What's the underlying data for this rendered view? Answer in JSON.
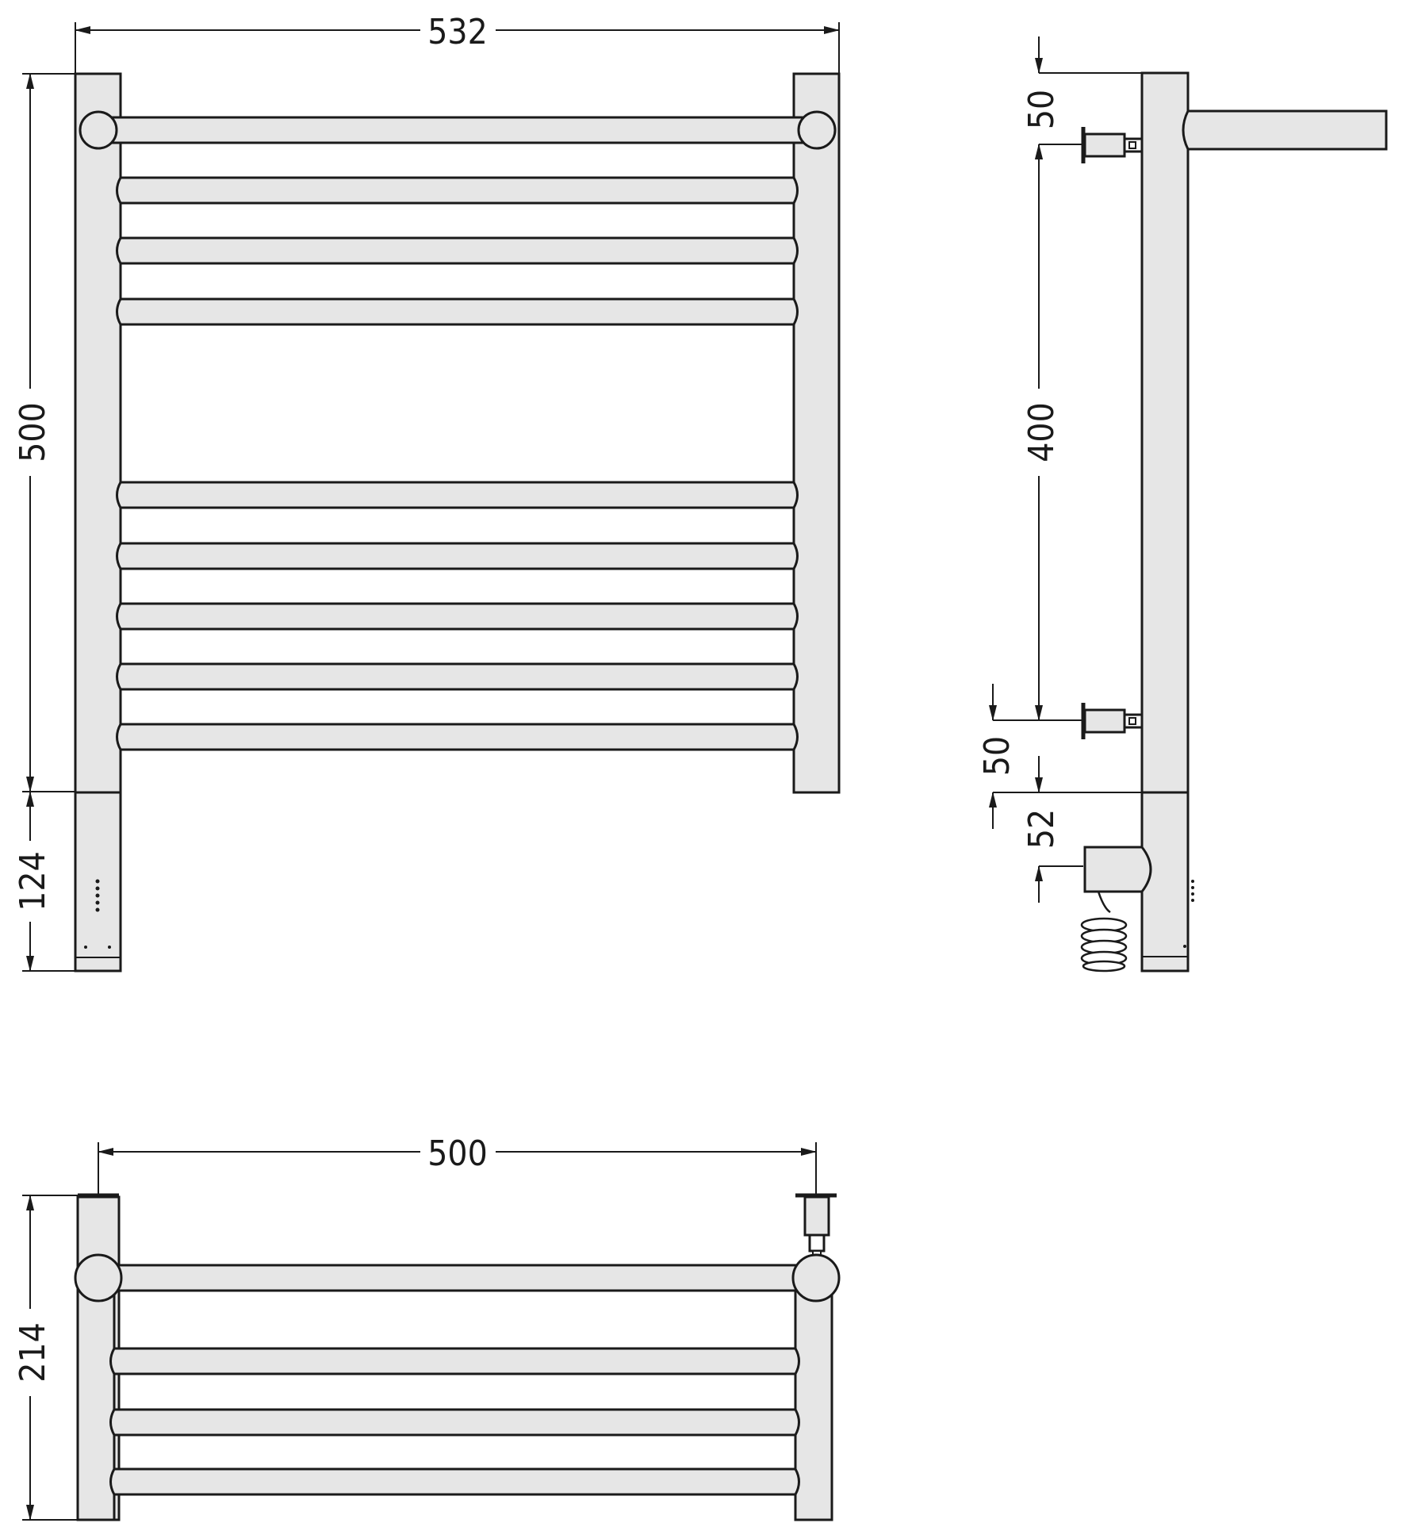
{
  "colors": {
    "line": "#1a1a1a",
    "fill": "#e6e6e6",
    "background": "#ffffff"
  },
  "front_view": {
    "width_label": "532",
    "height_label": "500",
    "bottom_label": "124"
  },
  "side_view": {
    "top_offset_label": "50",
    "spacing_label": "400",
    "bottom_offset_label": "50",
    "heater_label": "52"
  },
  "top_view": {
    "width_label": "500",
    "depth_label": "214"
  }
}
